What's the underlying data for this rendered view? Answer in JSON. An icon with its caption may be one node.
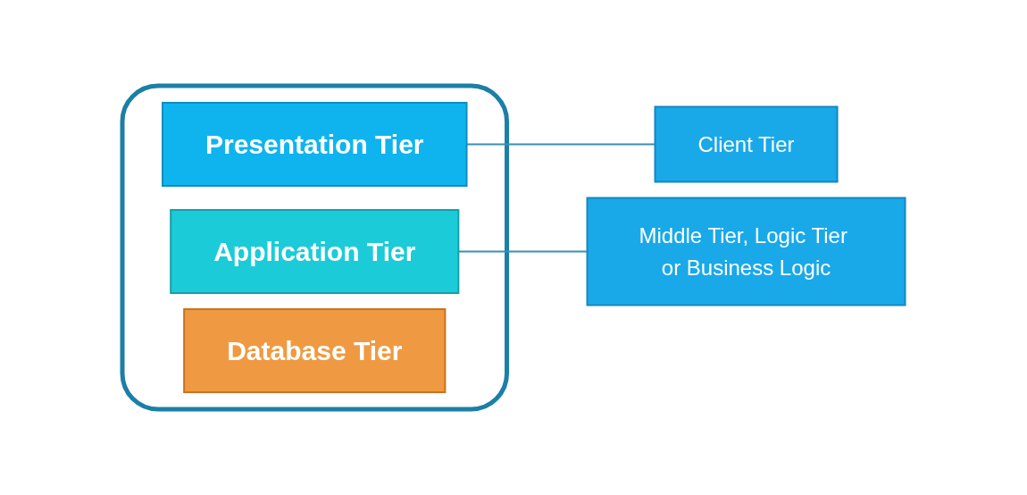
{
  "diagram": {
    "nodes": [
      {
        "text": [],
        "shape": "box"
      },
      {
        "text": [
          "Presentation Tier"
        ],
        "in": 0
      },
      {
        "text": [
          "Application Tier"
        ],
        "in": 0
      },
      {
        "text": [
          "Database Tier"
        ],
        "in": 0
      },
      {
        "text": [
          "Client Tier"
        ]
      },
      {
        "text": [
          "Middle Tier, Logic Tier or Business Logic"
        ]
      }
    ],
    "edges": [
      {
        "from": 1,
        "to": 4,
        "arrow": "none"
      },
      {
        "from": 2,
        "to": 5,
        "arrow": "none"
      }
    ]
  }
}
